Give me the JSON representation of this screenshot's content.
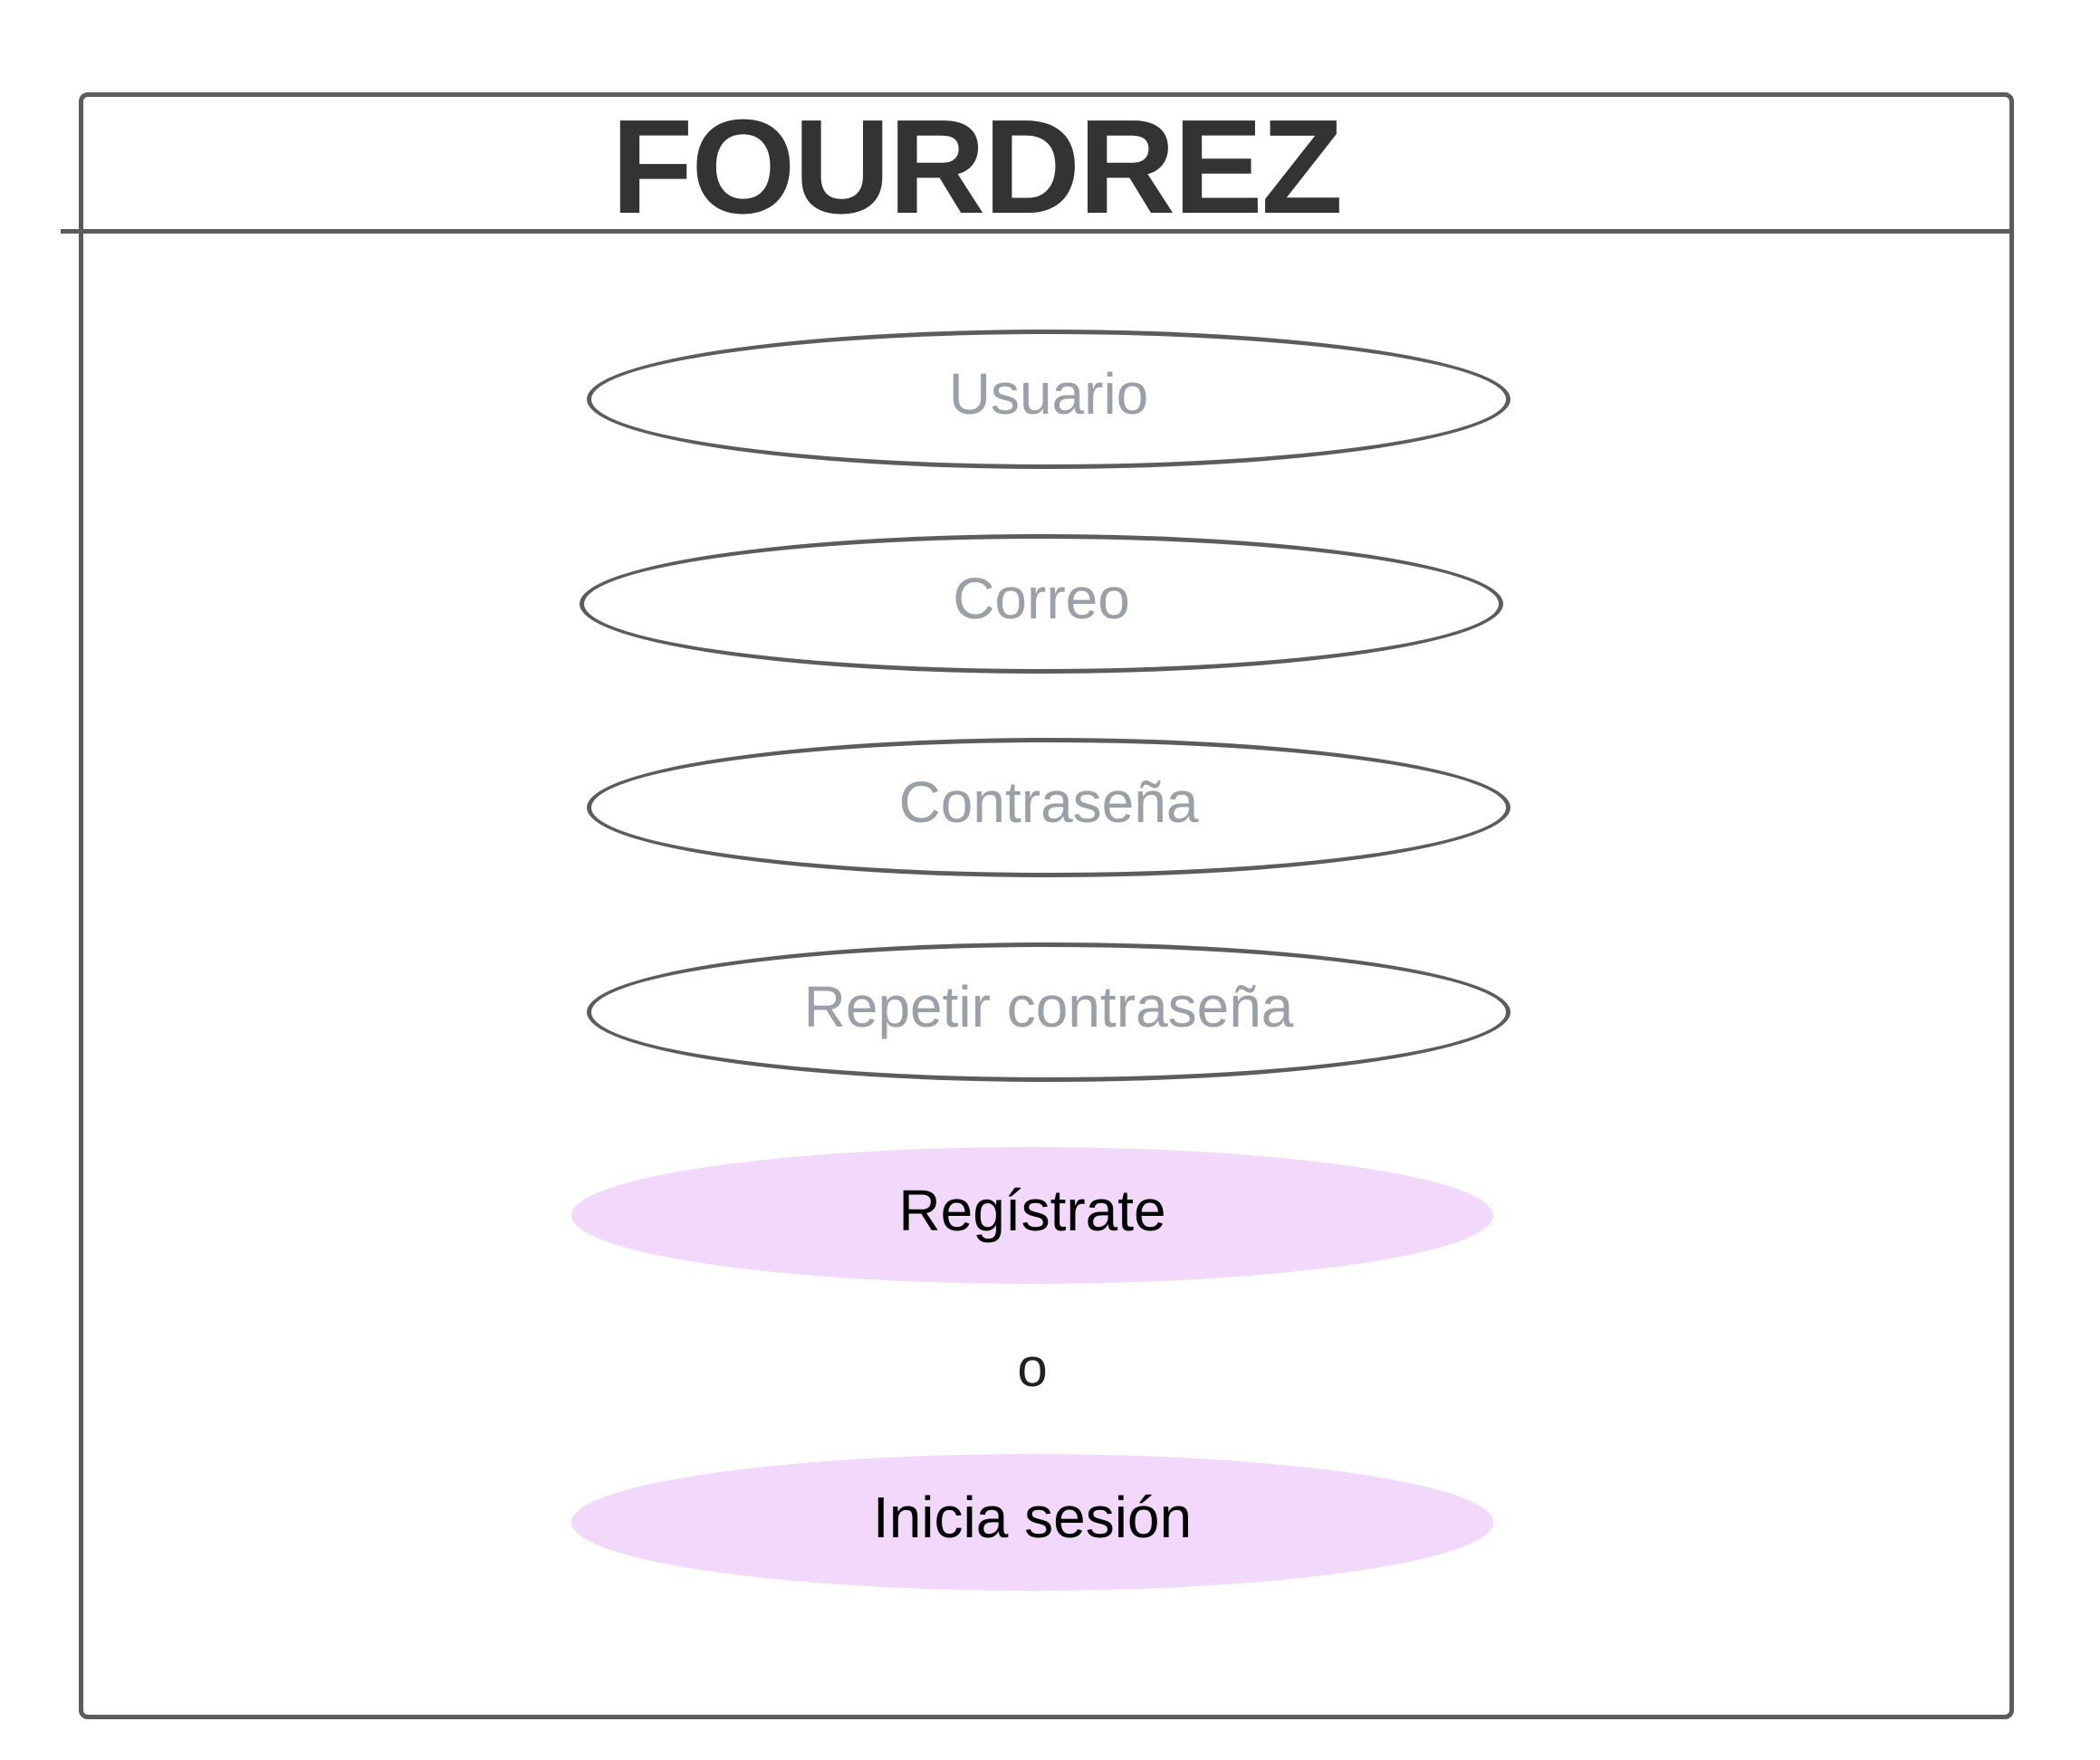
{
  "app": {
    "title": "FOURDREZ"
  },
  "form": {
    "fields": [
      {
        "placeholder": "Usuario",
        "value": ""
      },
      {
        "placeholder": "Correo",
        "value": ""
      },
      {
        "placeholder": "Contraseña",
        "value": ""
      },
      {
        "placeholder": "Repetir contraseña",
        "value": ""
      }
    ],
    "register_label": "Regístrate",
    "separator": "o",
    "login_label": "Inicia sesión"
  },
  "colors": {
    "border": "#5c5c5c",
    "title": "#333333",
    "placeholder": "#9aa0a8",
    "button_bg": "#f2d9fc",
    "button_text": "#000000"
  }
}
